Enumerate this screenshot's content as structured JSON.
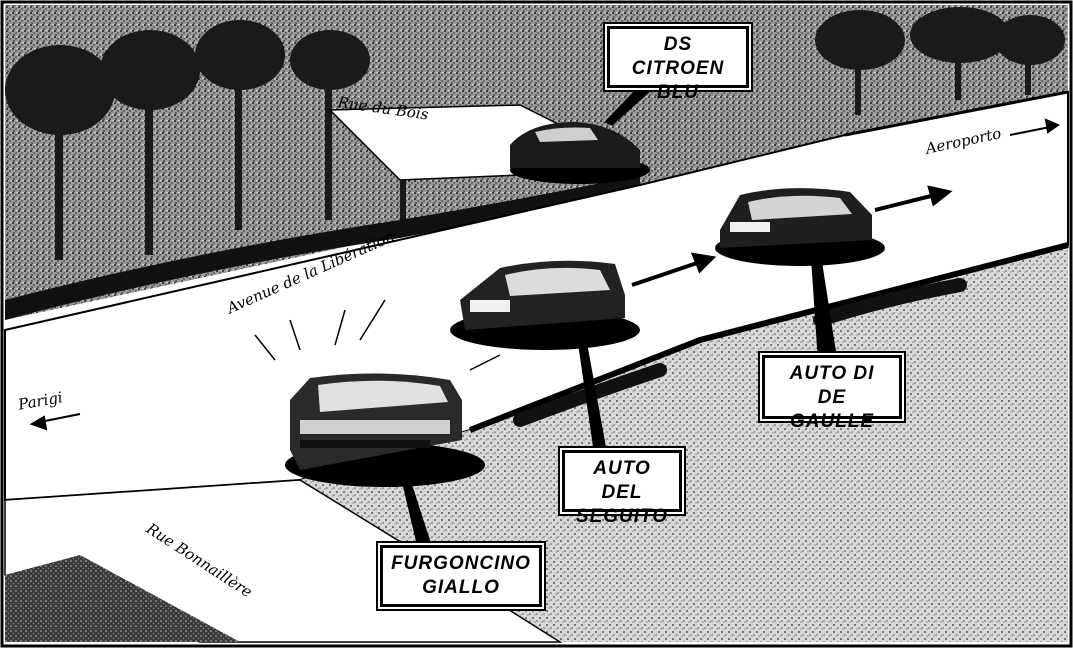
{
  "streets": {
    "rue_du_bois": "Rue du Bois",
    "avenue": "Avenue de la Libération",
    "rue_bonnaillere": "Rue Bonnaillère"
  },
  "directions": {
    "aeroporto": "Aeroporto",
    "parigi": "Parigi"
  },
  "callouts": {
    "ds_citroen": [
      "DS CITROEN",
      "BLU"
    ],
    "de_gaulle": [
      "AUTO DI",
      "DE GAULLE"
    ],
    "seguito": [
      "AUTO DEL",
      "SEGUITO"
    ],
    "furgoncino": [
      "FURGONCINO",
      "GIALLO"
    ]
  },
  "colors": {
    "ink": "#000000",
    "paper": "#ffffff",
    "grass": "#3a3a3a",
    "road": "#ffffff"
  }
}
